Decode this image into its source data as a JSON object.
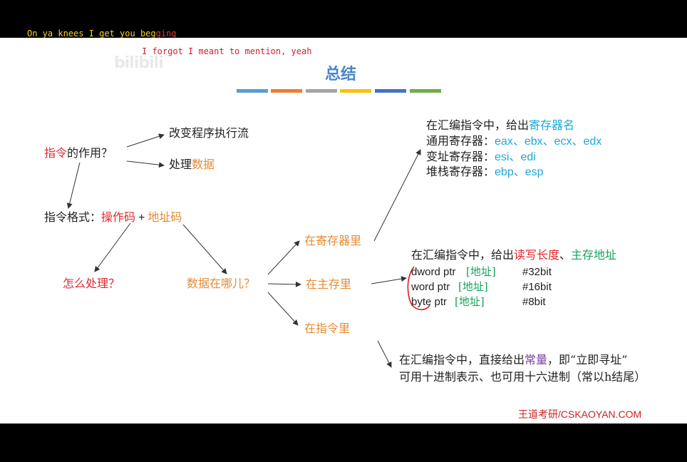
{
  "overlay": {
    "lyric_line1_a": "On ya knees  I  get you beg",
    "lyric_line1_b": "ging",
    "lyric_line2": "I forgot I meant to mention, yeah",
    "watermark": "bilibili"
  },
  "slide": {
    "title": "总结",
    "title_bar_colors": [
      "#5b9bd5",
      "#ed7d31",
      "#a5a5a5",
      "#ffc000",
      "#4472c4",
      "#70ad47"
    ],
    "root": {
      "red": "指令",
      "rest": "的作用？"
    },
    "effect_change": "改变程序执行流",
    "effect_process_a": "处理",
    "effect_process_b": "数据",
    "format": {
      "label": "指令格式：",
      "opcode": "操作码",
      "plus": "+",
      "addr": "地址码"
    },
    "how": "怎么处理？",
    "where": "数据在哪儿？",
    "in_register": "在寄存器里",
    "in_memory": "在主存里",
    "in_instruction": "在指令里",
    "reg": {
      "line1_a": "在汇编指令中，给出",
      "line1_b": "寄存器名",
      "general_label": "通用寄存器：",
      "general": "eax、ebx、ecx、edx",
      "index_label": "变址寄存器：",
      "index": "esi、edi",
      "stack_label": "堆栈寄存器：",
      "stack": "ebp、esp"
    },
    "mem": {
      "line1_a": "在汇编指令中，给出",
      "line1_b": "读写长度",
      "line1_c": "、",
      "line1_d": "主存地址",
      "rows": [
        {
          "ptr": "dword ptr",
          "addr": "[地址]",
          "note": "#32bit"
        },
        {
          "ptr": "word ptr",
          "addr": "[地址]",
          "note": "#16bit"
        },
        {
          "ptr": "byte ptr",
          "addr": "[地址]",
          "note": "#8bit"
        }
      ]
    },
    "imm": {
      "line1_a": "在汇编指令中，直接给出",
      "line1_b": "常量",
      "line1_c": "，即“立即寻址”",
      "line2": "可用十进制表示、也可用十六进制（常以h结尾）"
    },
    "brand": "王道考研/CSKAOYAN.COM"
  }
}
